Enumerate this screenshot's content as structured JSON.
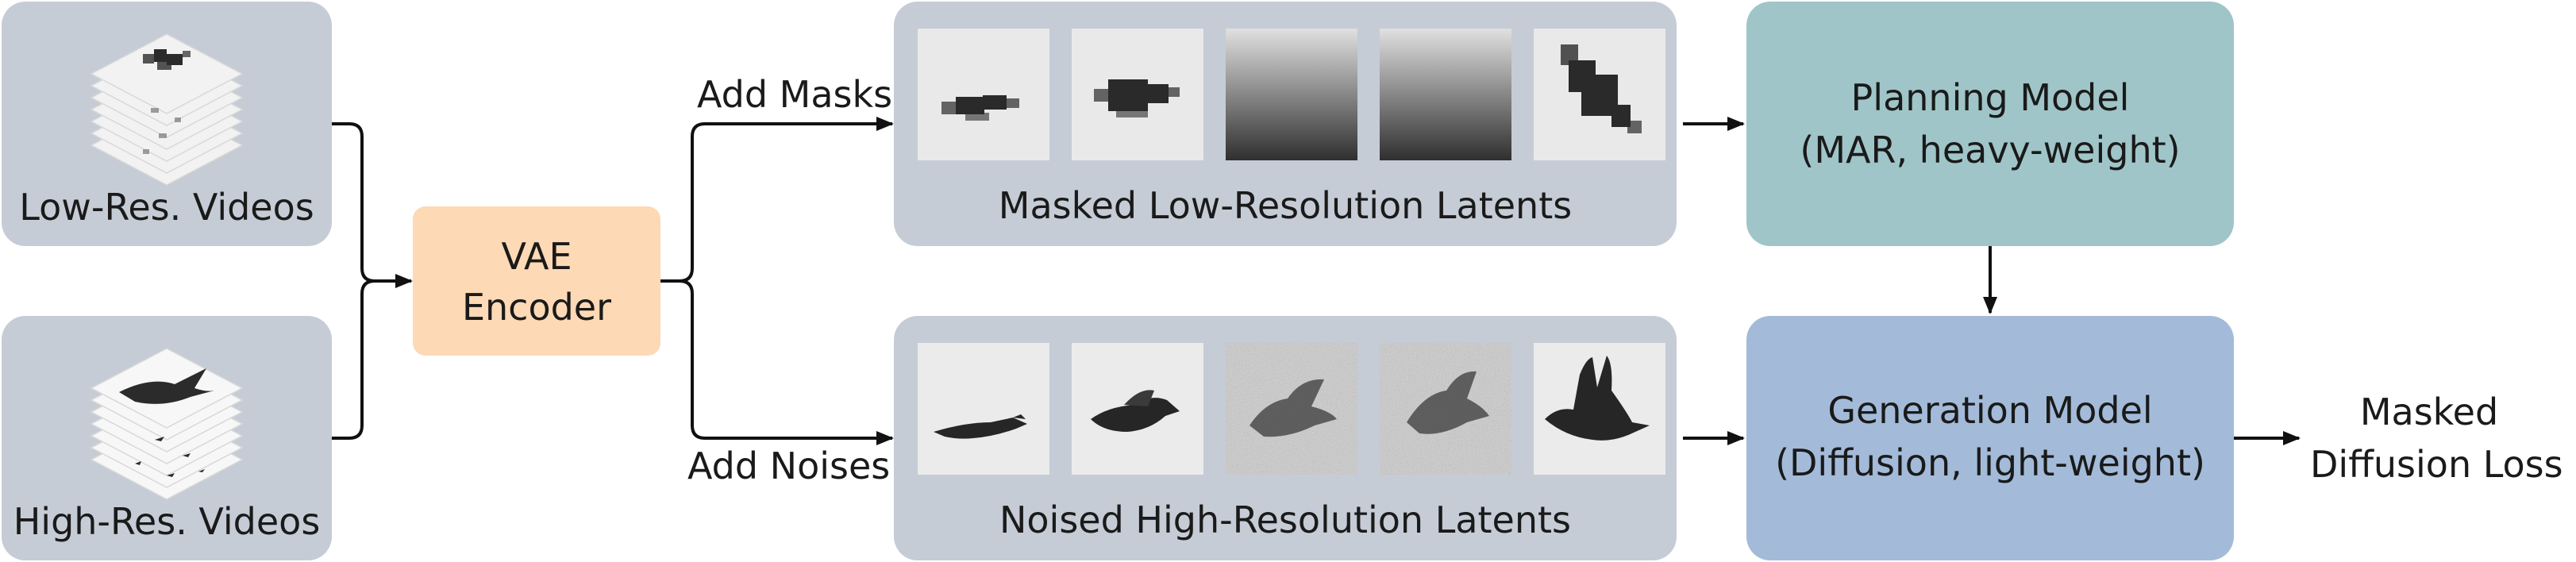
{
  "inputs": {
    "low_res": "Low-Res. Videos",
    "high_res": "High-Res. Videos"
  },
  "encoder": {
    "line1": "VAE",
    "line2": "Encoder"
  },
  "branches": {
    "masks": "Add Masks",
    "noises": "Add Noises"
  },
  "latents": {
    "low_res": "Masked Low-Resolution Latents",
    "high_res": "Noised High-Resolution Latents"
  },
  "planning_model": {
    "line1": "Planning Model",
    "line2": "(MAR, heavy-weight)"
  },
  "generation_model": {
    "line1": "Generation Model",
    "line2": "(Diffusion, light-weight)"
  },
  "loss": {
    "line1": "Masked",
    "line2": "Diffusion Loss"
  },
  "colors": {
    "input_box": "#c5ccd6",
    "encoder": "#fdd9b5",
    "planning": "#9fc5c8",
    "generation": "#a3bbd9"
  }
}
